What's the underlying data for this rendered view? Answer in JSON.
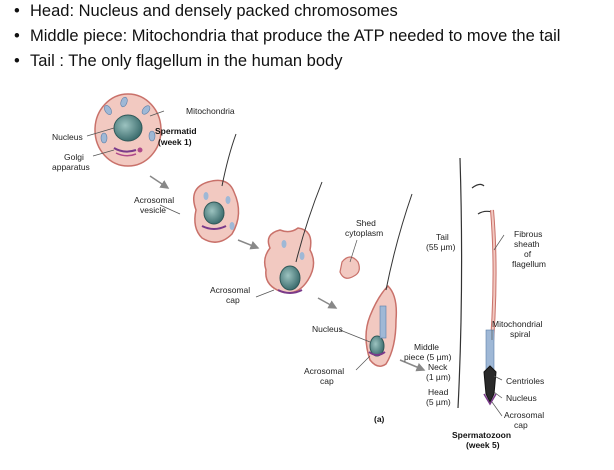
{
  "bullets": [
    "Head: Nucleus and densely packed chromosomes",
    "Middle piece: Mitochondria that produce the ATP needed to move the tail",
    "Tail : The only flagellum in the human body"
  ],
  "labels": {
    "mitochondria": "Mitochondria",
    "nucleus1": "Nucleus",
    "spermatid_1": "Spermatid",
    "spermatid_2": "(week 1)",
    "golgi_1": "Golgi",
    "golgi_2": "apparatus",
    "acro_vesicle_1": "Acrosomal",
    "acro_vesicle_2": "vesicle",
    "shed_1": "Shed",
    "shed_2": "cytoplasm",
    "acro_cap1_1": "Acrosomal",
    "acro_cap1_2": "cap",
    "tail_1": "Tail",
    "tail_2": "(55 µm)",
    "fibrous_1": "Fibrous",
    "fibrous_2": "sheath",
    "fibrous_3": "of",
    "fibrous_4": "flagellum",
    "nucleus2": "Nucleus",
    "mito_spiral_1": "Mitochondrial",
    "mito_spiral_2": "spiral",
    "middle_1": "Middle",
    "middle_2": "piece (5 µm)",
    "neck_1": "Neck",
    "neck_2": "(1 µm)",
    "acro_cap2_1": "Acrosomal",
    "acro_cap2_2": "cap",
    "centrioles": "Centrioles",
    "head_1": "Head",
    "head_2": "(5 µm)",
    "nucleus3": "Nucleus",
    "acro_cap3_1": "Acrosomal",
    "acro_cap3_2": "cap",
    "panel": "(a)",
    "spermatozoon_1": "Spermatozoon",
    "spermatozoon_2": "(week 5)"
  },
  "colors": {
    "cell_fill": "#f2c9c1",
    "cell_stroke": "#c9716a",
    "nucleus_fill": "#6d9a9a",
    "nucleus_stroke": "#2f5858",
    "mito_fill": "#9fb8d6",
    "acrosome": "#7a3a8a",
    "arrow": "#888888"
  }
}
